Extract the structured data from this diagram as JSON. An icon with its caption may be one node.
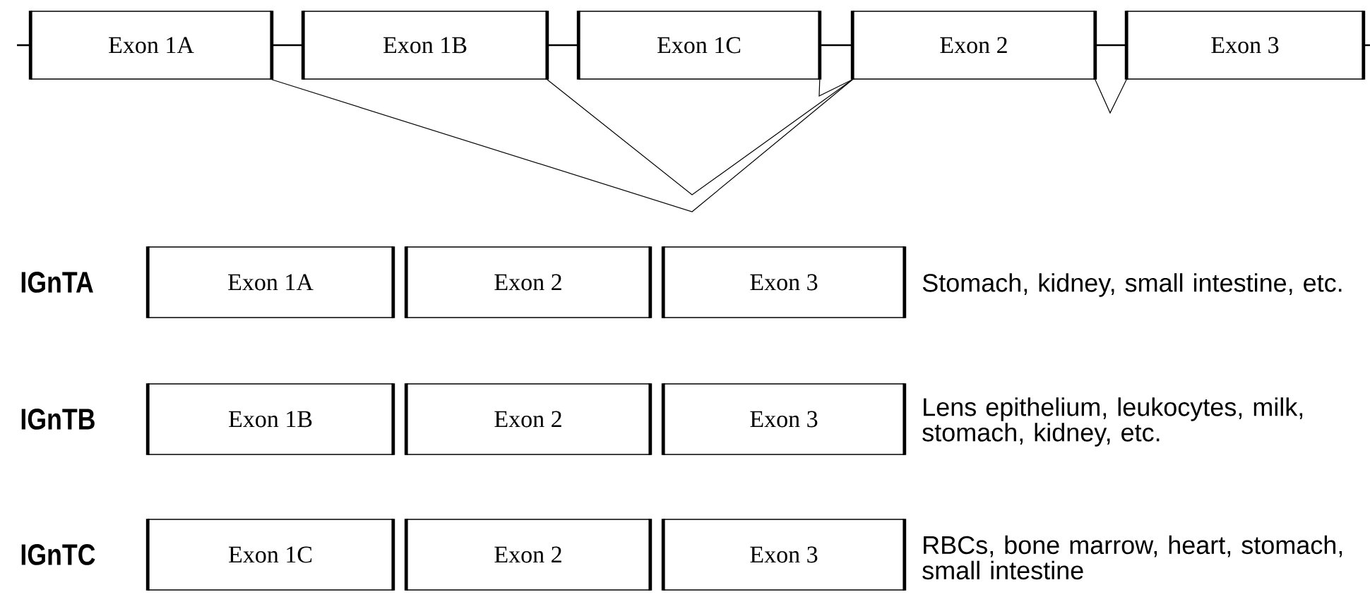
{
  "diagram": {
    "nodes": [
      {
        "text": [
          "Exon 1A"
        ]
      },
      {
        "text": [
          "Exon 1B"
        ]
      },
      {
        "text": [
          "Exon 1C"
        ]
      },
      {
        "text": [
          "Exon 2"
        ]
      },
      {
        "text": [
          "Exon 3"
        ]
      },
      {
        "text": [
          "Exon 1A"
        ]
      },
      {
        "text": [
          "Exon 2"
        ]
      },
      {
        "text": [
          "Exon 3"
        ],
        "beside": [
          "Stomach, kidney, small intestine, etc."
        ]
      },
      {
        "text": [
          "Exon 1B"
        ]
      },
      {
        "text": [
          "Exon 2"
        ]
      },
      {
        "text": [
          "Exon 3"
        ],
        "beside": [
          "Lens epithelium, leukocytes, milk, stomach, kidney, etc."
        ]
      },
      {
        "text": [
          "Exon 1C"
        ]
      },
      {
        "text": [
          "Exon 2"
        ]
      },
      {
        "text": [
          "Exon 3"
        ],
        "beside": [
          "RBCs, bone marrow, heart, stomach, small intestine"
        ]
      }
    ],
    "edges": [
      {
        "from": null,
        "to": 0,
        "arrow": "none"
      },
      {
        "from": 0,
        "to": 1,
        "arrow": "none"
      },
      {
        "from": 1,
        "to": 2,
        "arrow": "none"
      },
      {
        "from": 2,
        "to": 3,
        "arrow": "none"
      },
      {
        "from": 3,
        "to": 4,
        "arrow": "none"
      },
      {
        "from": 4,
        "to": null,
        "arrow": "none"
      },
      {
        "from": 0,
        "to": 3,
        "arrow": "none"
      },
      {
        "from": 1,
        "to": 3,
        "arrow": "none"
      },
      {
        "from": 2,
        "to": 3,
        "arrow": "none"
      },
      {
        "from": 3,
        "to": 4,
        "arrow": "none"
      }
    ],
    "labels": [
      "IGnTA",
      "IGnTB",
      "IGnTC"
    ]
  }
}
